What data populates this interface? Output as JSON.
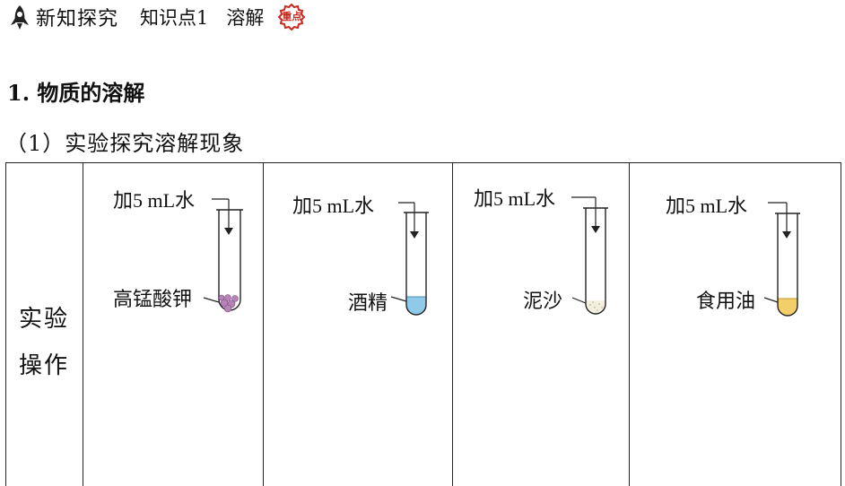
{
  "header": {
    "title": "新知探究",
    "knowledge_point": "知识点1",
    "topic": "溶解",
    "badge": "重点",
    "accent_color": "#c8281e"
  },
  "section": {
    "title": "1. 物质的溶解"
  },
  "subsection": {
    "title": "（1）实验探究溶解现象"
  },
  "table": {
    "row_header_line1": "实验",
    "row_header_line2": "操作",
    "columns": [
      {
        "add_label": "加5 mL水",
        "substance": "高锰酸钾",
        "substance_color": "#b783b8",
        "icon": "test-tube-solid-particles-icon"
      },
      {
        "add_label": "加5 mL水",
        "substance": "酒精",
        "substance_color": "#8fcbe8",
        "icon": "test-tube-liquid-icon"
      },
      {
        "add_label": "加5 mL水",
        "substance": "泥沙",
        "substance_color": "#f4efe0",
        "icon": "test-tube-sediment-icon"
      },
      {
        "add_label": "加5 mL水",
        "substance": "食用油",
        "substance_color": "#f3cf6a",
        "icon": "test-tube-oil-icon"
      }
    ]
  }
}
